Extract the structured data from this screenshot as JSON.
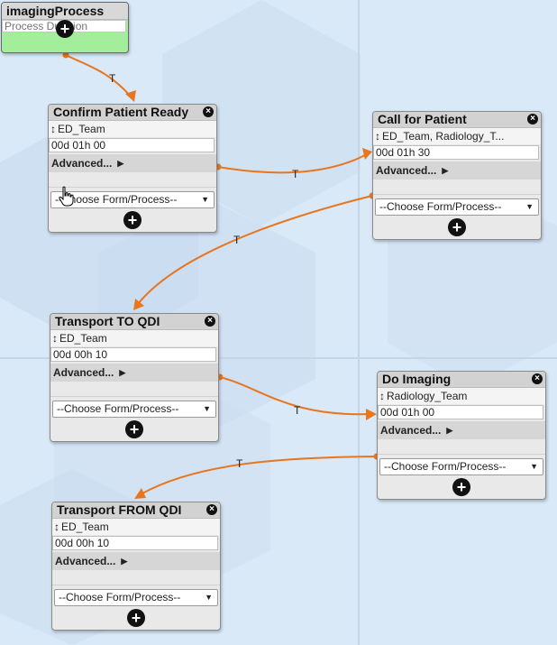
{
  "start_node": {
    "title": "imagingProcess",
    "duration_placeholder": "Process Duration"
  },
  "nodes": [
    {
      "title": "Confirm Patient Ready",
      "assignee": "ED_Team",
      "duration": "00d 01h 00",
      "advanced_label": "Advanced...",
      "form_select": "--Choose Form/Process--"
    },
    {
      "title": "Call for Patient",
      "assignee": "ED_Team, Radiology_T...",
      "duration": "00d 01h 30",
      "advanced_label": "Advanced...",
      "form_select": "--Choose Form/Process--"
    },
    {
      "title": "Transport TO QDI",
      "assignee": "ED_Team",
      "duration": "00d 00h 10",
      "advanced_label": "Advanced...",
      "form_select": "--Choose Form/Process--"
    },
    {
      "title": "Do Imaging",
      "assignee": "Radiology_Team",
      "duration": "00d 01h 00",
      "advanced_label": "Advanced...",
      "form_select": "--Choose Form/Process--"
    },
    {
      "title": "Transport FROM QDI",
      "assignee": "ED_Team",
      "duration": "00d 00h 10",
      "advanced_label": "Advanced...",
      "form_select": "--Choose Form/Process--"
    }
  ],
  "connections": [
    {
      "from": "imagingProcess",
      "to": "Confirm Patient Ready",
      "label": "T"
    },
    {
      "from": "Confirm Patient Ready",
      "to": "Call for Patient",
      "label": "T"
    },
    {
      "from": "Call for Patient",
      "to": "Transport TO QDI",
      "label": "T"
    },
    {
      "from": "Transport TO QDI",
      "to": "Do Imaging",
      "label": "T"
    },
    {
      "from": "Do Imaging",
      "to": "Transport FROM QDI",
      "label": "T"
    }
  ],
  "icons": {
    "close": "close-icon",
    "add": "plus-icon",
    "assignee": "sort-arrows-icon",
    "advanced": "caret-right-icon",
    "select": "chevron-down-icon",
    "pointer": "hand-cursor-icon"
  },
  "colors": {
    "canvas_background": "#d9e9f7",
    "connector": "#e8761e",
    "start_node": "#a3ee9a",
    "node_background": "#e9e9e9",
    "node_header": "#d2d2d2"
  }
}
